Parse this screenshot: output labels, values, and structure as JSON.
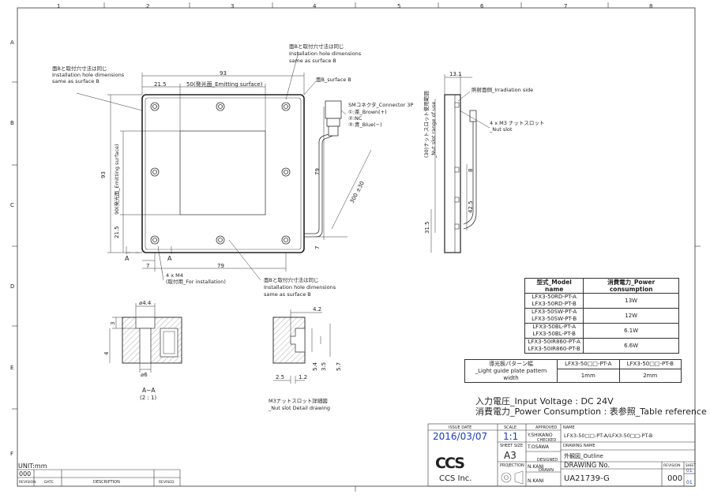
{
  "frame": {
    "columns": [
      "1",
      "2",
      "3",
      "4",
      "5",
      "6",
      "7",
      "8"
    ],
    "rows": [
      "A",
      "B",
      "C",
      "D",
      "E",
      "F"
    ]
  },
  "front_view": {
    "dim_93_top": "93",
    "dim_21_5": "21.5",
    "dim_50_emit": "50(発光面_Emitting surface)",
    "dim_93_left": "93",
    "dim_90_emit": "90(発光面_Emitting surface)",
    "dim_21_5_left": "21.5",
    "dim_79_right": "79",
    "dim_7_right": "7",
    "dim_7_bottom": "7",
    "dim_79_bottom": "79",
    "dim_300": "300 ±30",
    "section_a": "A",
    "note_left_jp": "面Bと取付穴寸法は同じ",
    "note_left_en1": "Installation hole dimensions",
    "note_left_en2": "same as surface B",
    "note_top_jp": "面Bと取付穴寸法は同じ",
    "note_top_en1": "Installation hole dimensions",
    "note_top_en2": "same as surface B",
    "surface_b": "面B_surface B",
    "connector_title": "SMコネクタ_Connector 3P",
    "pin1": "①:茶_Brown(+)",
    "pin2": "②:NC",
    "pin3": "③:青_Blue(−)",
    "hole_jp": "4 x M4",
    "hole_en": "(取付用_For installation)",
    "note_bottom_jp": "面Bと取付穴寸法は同じ",
    "note_bottom_en1": "Installation hole dimensions",
    "note_bottom_en2": "same as surface B"
  },
  "side_view": {
    "dim_13_1": "13.1",
    "irradiation": "照射面側_Irradiation side",
    "nut_jp": "4 x M3 ナットスロット",
    "nut_en": "_Nut slot",
    "nut_range_jp": "(30)ナットスロット使用範囲",
    "nut_range_en": "_Nut slot range of use",
    "dim_8": "8",
    "dim_42_5": "42.5",
    "dim_31_5": "31.5"
  },
  "section_view": {
    "dia_4_4": "⌀4.4",
    "dia_6": "⌀6",
    "dim_3": "3",
    "dim_4": "4",
    "label": "A−A",
    "scale": "(2 : 1)"
  },
  "nut_detail": {
    "dim_4_2": "4.2",
    "dim_2_5": "2.5",
    "dim_1_2": "1.2",
    "dim_5_4": "5.4",
    "dim_3_5": "3.5",
    "dim_5_7": "5.7",
    "title_jp": "M3ナットスロット詳細図",
    "title_en": "_Nut slot Detail drawing"
  },
  "model_table": {
    "headers": [
      "型式_Model name",
      "消費電力_Power consumption"
    ],
    "rows": [
      {
        "models": [
          "LFX3-50RD-PT-A",
          "LFX3-50RD-PT-B"
        ],
        "power": "13W"
      },
      {
        "models": [
          "LFX3-50SW-PT-A",
          "LFX3-50SW-PT-B"
        ],
        "power": "12W"
      },
      {
        "models": [
          "LFX3-50BL-PT-A",
          "LFX3-50BL-PT-B"
        ],
        "power": "6.1W"
      },
      {
        "models": [
          "LFX3-50IR860-PT-A",
          "LFX3-50IR860-PT-B"
        ],
        "power": "6.6W"
      }
    ]
  },
  "pattern_table": {
    "col_a": "LFX3-50□□-PT-A",
    "col_b": "LFX3-50□□-PT-B",
    "row_label_jp": "導光板パターン幅",
    "row_label_en": "_Light guide plate pattern width",
    "val_a": "1mm",
    "val_b": "2mm"
  },
  "spec": {
    "line1": "入力電圧_Input Voltage : DC 24V",
    "line2": "消費電力_Power Consumption : 表参照_Table reference"
  },
  "title_block": {
    "issue_date_label": "ISSUE DATE",
    "issue_date": "2016/03/07",
    "scale_label": "SCALE",
    "scale": "1:1",
    "sheet_size_label": "SHEET SIZE",
    "sheet_size": "A3",
    "projection_label": "PROJECTION",
    "approved_label": "APPROVED",
    "approved": "Y.SHIKANO",
    "checked_label": "CHECKED",
    "checked": "T.OSAWA",
    "designed_label": "DESIGNED",
    "designed": "N.KANI",
    "drawn_label": "DRAWN",
    "drawn": "N.KANI",
    "name_label": "NAME",
    "name": "LFX3-50□□-PT-A/LFX3-50□□-PT-B",
    "drawing_name_label": "DRAWING NAME",
    "drawing_name": "外観図_Outline",
    "drawing_no_label": "DRAWING No.",
    "drawing_no": "UA21739-G",
    "revision_label": "REVISION",
    "sheet_label": "SHEET",
    "revision": "000",
    "sheet": "01",
    "sheet2": "01",
    "company_logo": "CCS",
    "company": "CCS Inc."
  },
  "revision_block": {
    "unit": "UNIT:mm",
    "rev_value": "000",
    "headers": [
      "REVISION",
      "DATE",
      "DESCRIPTION",
      "REVISED"
    ]
  }
}
